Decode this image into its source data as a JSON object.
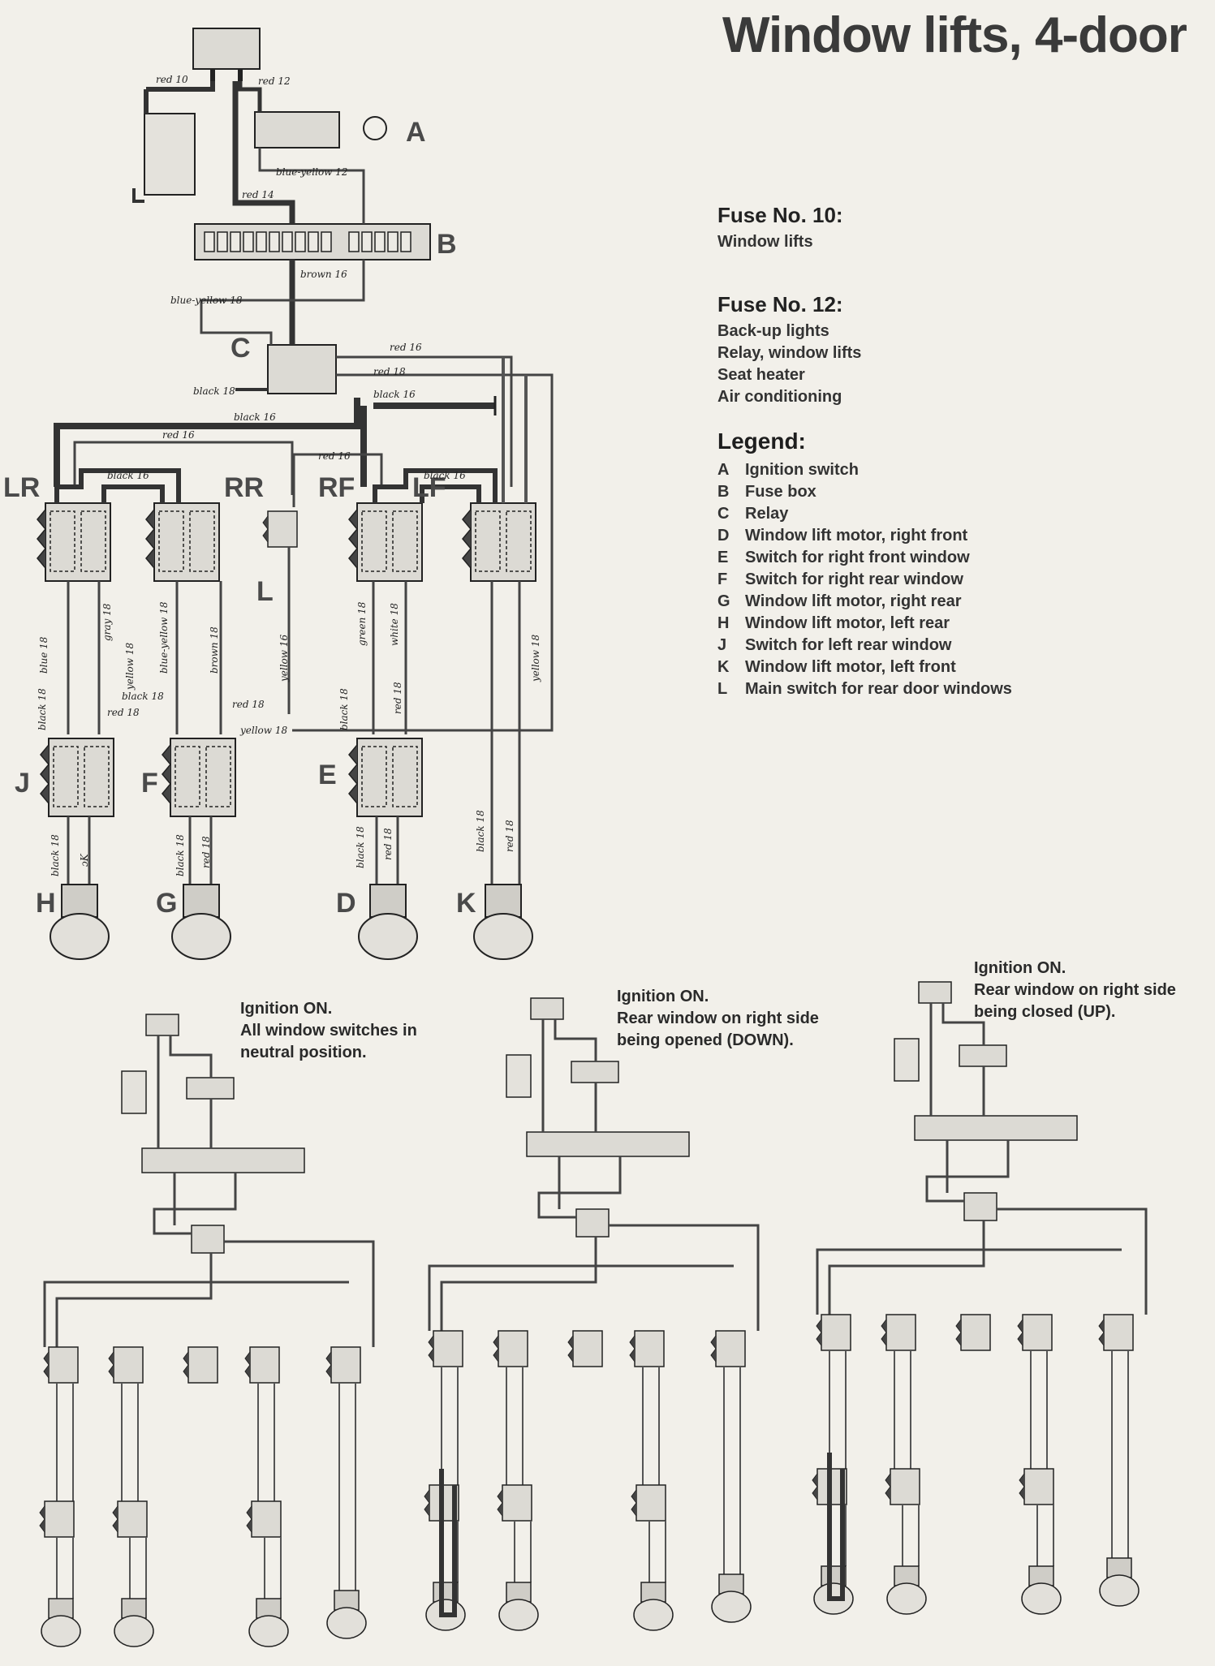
{
  "title": "Window lifts, 4-door",
  "fuses": [
    {
      "heading": "Fuse No. 10:",
      "items": [
        "Window lifts"
      ]
    },
    {
      "heading": "Fuse No. 12:",
      "items": [
        "Back-up lights",
        "Relay, window lifts",
        "Seat heater",
        "Air conditioning"
      ]
    }
  ],
  "legend": {
    "heading": "Legend:",
    "items": [
      {
        "key": "A",
        "text": "Ignition switch"
      },
      {
        "key": "B",
        "text": "Fuse box"
      },
      {
        "key": "C",
        "text": "Relay"
      },
      {
        "key": "D",
        "text": "Window lift motor, right front"
      },
      {
        "key": "E",
        "text": "Switch for right front window"
      },
      {
        "key": "F",
        "text": "Switch for right rear window"
      },
      {
        "key": "G",
        "text": "Window lift motor, right rear"
      },
      {
        "key": "H",
        "text": "Window lift motor, left rear"
      },
      {
        "key": "J",
        "text": "Switch for left rear window"
      },
      {
        "key": "K",
        "text": "Window lift motor, left front"
      },
      {
        "key": "L",
        "text": "Main switch for rear door windows"
      }
    ]
  },
  "component_labels": {
    "A": "A",
    "B": "B",
    "C": "C",
    "D": "D",
    "E": "E",
    "F": "F",
    "G": "G",
    "H": "H",
    "J": "J",
    "K": "K",
    "L": "L",
    "LR": "LR",
    "RR": "RR",
    "RF": "RF",
    "LF": "LF"
  },
  "wire_labels": {
    "red10": "red 10",
    "red12": "red 12",
    "blueyellow12": "blue-yellow 12",
    "red14": "red 14",
    "brown16": "brown 16",
    "blueyellow18": "blue-yellow 18",
    "red16a": "red 16",
    "red18a": "red 18",
    "black18": "black 18",
    "black16a": "black 16",
    "black16b": "black 16",
    "red16b": "red 16",
    "red16c": "red 16",
    "black16c": "black 16",
    "black16d": "black 16",
    "blue18": "blue 18",
    "gray18": "gray 18",
    "yellow18a": "yellow 18",
    "blueyellow18b": "blue-yellow 18",
    "brown18": "brown 18",
    "yellow16": "yellow 16",
    "green18": "green 18",
    "white18": "white 18",
    "yellow18b": "yellow 18",
    "black18b": "black 18",
    "red18b": "red 18",
    "red18c": "red 18",
    "yellow18c": "yellow 18",
    "black18c": "black 18",
    "red18d": "red 18",
    "black18h": "black 18",
    "blackh2": "ɔK",
    "black18g": "black 18",
    "red18g": "red 18",
    "black18d": "black 18",
    "red18dd": "red 18",
    "black18k": "black 18",
    "red18k": "red 18"
  },
  "notes": [
    {
      "lines": [
        "Ignition ON.",
        "All window switches in",
        "neutral position."
      ]
    },
    {
      "lines": [
        "Ignition ON.",
        "Rear window on right side",
        "being opened (DOWN)."
      ]
    },
    {
      "lines": [
        "Ignition ON.",
        "Rear window on right side",
        "being closed (UP)."
      ]
    }
  ]
}
